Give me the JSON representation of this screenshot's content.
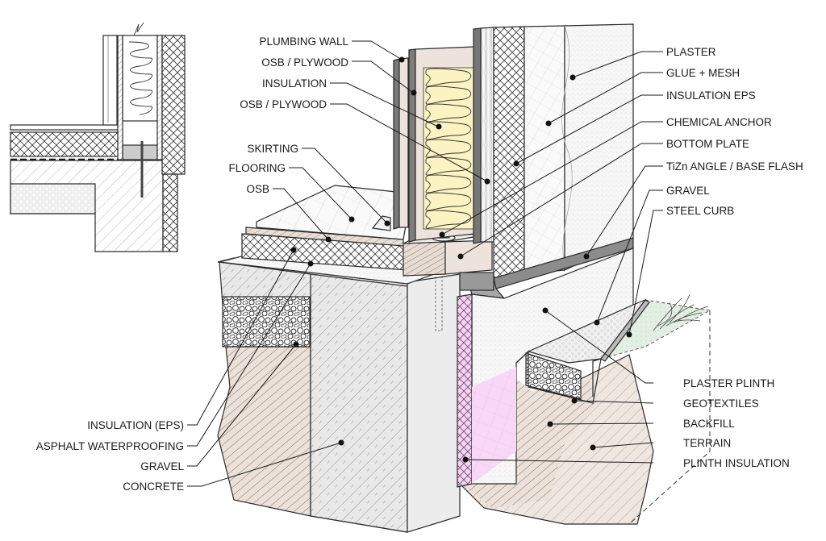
{
  "title": "Wall-to-plinth construction detail with EPS insulation",
  "colors": {
    "insulation_fill": "#fbf3c2",
    "board_fill": "#ede3dc",
    "plinth_insulation": "#f6d3f4",
    "metal_grey": "#8a8a8a",
    "concrete": "#e8e8e8",
    "soil": "#eee3dc",
    "geotextile": "#e2efe2"
  },
  "labels_left": [
    {
      "id": "plumbing-wall",
      "text": "PLUMBING WALL"
    },
    {
      "id": "osb-plywood-1",
      "text": "OSB / PLYWOOD"
    },
    {
      "id": "insulation",
      "text": "INSULATION"
    },
    {
      "id": "osb-plywood-2",
      "text": "OSB / PLYWOOD"
    },
    {
      "id": "skirting",
      "text": "SKIRTING"
    },
    {
      "id": "flooring",
      "text": "FLOORING"
    },
    {
      "id": "osb",
      "text": "OSB"
    },
    {
      "id": "insulation-eps-floor",
      "text": "INSULATION (EPS)"
    },
    {
      "id": "asphalt-waterproofing",
      "text": "ASPHALT WATERPROOFING"
    },
    {
      "id": "gravel-left",
      "text": "GRAVEL"
    },
    {
      "id": "concrete",
      "text": "CONCRETE"
    }
  ],
  "labels_right": [
    {
      "id": "plaster",
      "text": "PLASTER"
    },
    {
      "id": "glue-mesh",
      "text": "GLUE + MESH"
    },
    {
      "id": "insulation-eps",
      "text": "INSULATION EPS"
    },
    {
      "id": "chemical-anchor",
      "text": "CHEMICAL ANCHOR"
    },
    {
      "id": "bottom-plate",
      "text": "BOTTOM PLATE"
    },
    {
      "id": "tizn-angle",
      "text": "TiZn ANGLE / BASE FLASH"
    },
    {
      "id": "gravel-right",
      "text": "GRAVEL"
    },
    {
      "id": "steel-curb",
      "text": "STEEL CURB"
    },
    {
      "id": "plaster-plinth",
      "text": "PLASTER PLINTH"
    },
    {
      "id": "geotextiles",
      "text": "GEOTEXTILES"
    },
    {
      "id": "backfill",
      "text": "BACKFILL"
    },
    {
      "id": "terrain",
      "text": "TERRAIN"
    },
    {
      "id": "plinth-insulation",
      "text": "PLINTH INSULATION"
    }
  ]
}
